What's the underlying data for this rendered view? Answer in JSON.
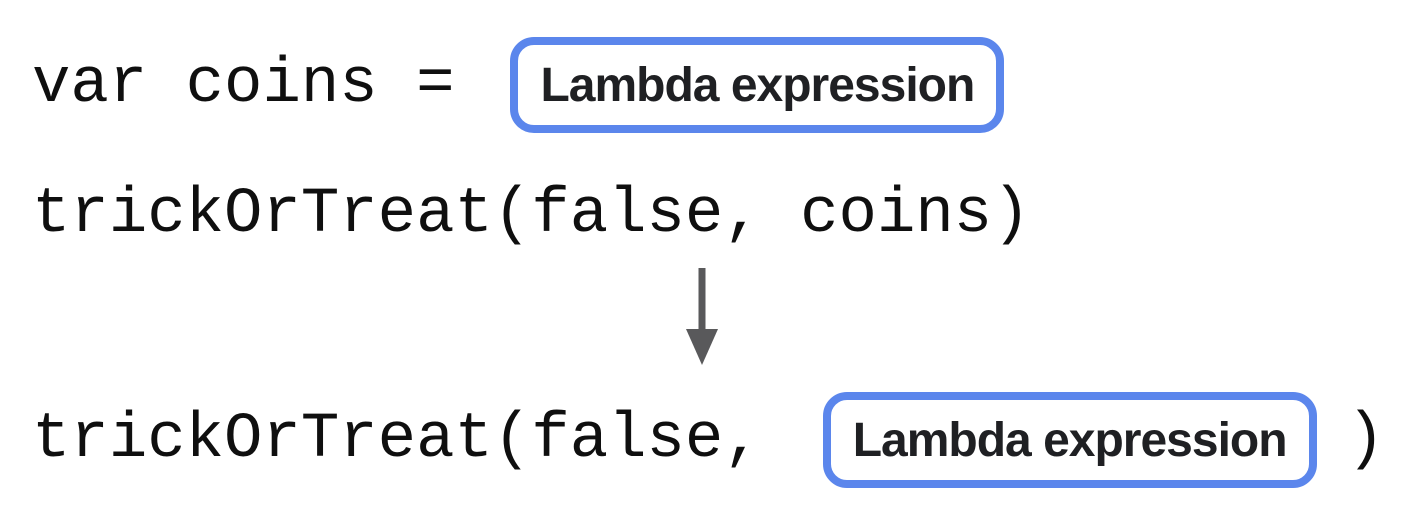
{
  "colors": {
    "accent_blue": "#5b86ec",
    "arrow": "#59595b",
    "code_text": "#0f0f0f",
    "label_text": "#1f2023"
  },
  "diagram": {
    "line1": {
      "code": "var coins =",
      "box_label": "Lambda expression"
    },
    "line2": {
      "code": "trickOrTreat(false, coins)"
    },
    "arrow": {
      "name": "down-arrow",
      "glyph": "↓"
    },
    "line3": {
      "code_prefix": "trickOrTreat(false,",
      "box_label": "Lambda expression",
      "code_suffix": ")"
    }
  }
}
